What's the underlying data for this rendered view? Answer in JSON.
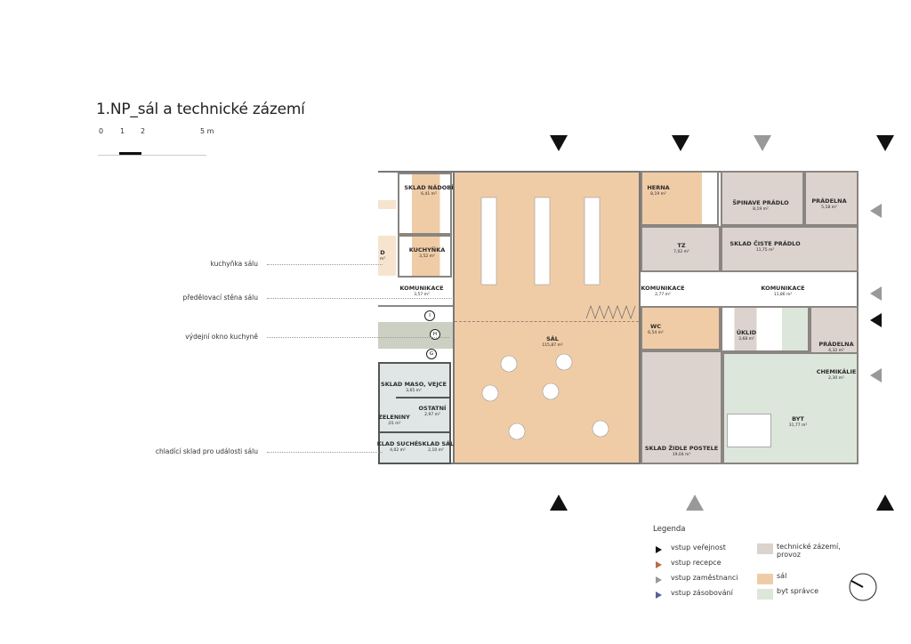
{
  "title": "1.NP_sál a technické zázemí",
  "scale": {
    "labels": [
      "0",
      "1",
      "2",
      "5 m"
    ]
  },
  "colors": {
    "sal": "#f0cca6",
    "technical": "#dcd3ce",
    "byt": "#dce6da",
    "corridor_h": "#cbd0c2",
    "cold": "#e0e6e5"
  },
  "rooms": {
    "sklad_nadobi": {
      "name": "SKLAD NÁDOBÍ",
      "area": "6,41 m²"
    },
    "kuchynka": {
      "name": "KUCHYŇKA",
      "area": "3,52 m²"
    },
    "d_partial": {
      "name": "D",
      "area": "m²"
    },
    "komunikace_left": {
      "name": "KOMUNIKACE",
      "area": "3,57 m²"
    },
    "sal": {
      "name": "SÁL",
      "area": "115,87 m²"
    },
    "sklad_maso": {
      "name": "SKLAD MASO, VEJCE",
      "area": "3,65 m²"
    },
    "ostatni": {
      "name": "OSTATNÍ",
      "area": "2,97 m²"
    },
    "zeleniny": {
      "name": "ZELENINY",
      "area": ",01 m²"
    },
    "sklad_suche": {
      "name": "KLAD SUCHÉ",
      "area": "4,02 m²"
    },
    "sklad_sal": {
      "name": "SKLAD SÁL",
      "area": "2,10 m²"
    },
    "herna": {
      "name": "HERNA",
      "area": "8,19 m²"
    },
    "spinave": {
      "name": "ŠPINAVE PRÁDLO",
      "area": "8,19 m²"
    },
    "pradelna1": {
      "name": "PRÁDELNA",
      "area": "5,18 m²"
    },
    "tz": {
      "name": "TZ",
      "area": "7,02 m²"
    },
    "ciste": {
      "name": "SKLAD ČISTE PRÁDLO",
      "area": "11,75 m²"
    },
    "komunikace_a": {
      "name": "KOMUNIKACE",
      "area": "2,77 m²"
    },
    "komunikace_b": {
      "name": "KOMUNIKACE",
      "area": "11,86 m²"
    },
    "wc": {
      "name": "WC",
      "area": "6,54 m²"
    },
    "uklid": {
      "name": "ÚKLID",
      "area": "3,68 m²"
    },
    "pradelna2": {
      "name": "PRÁDELNA",
      "area": "4,32 m²"
    },
    "chemikalie": {
      "name": "CHEMIKÁLIE",
      "area": "2,30 m²"
    },
    "zidle": {
      "name": "SKLAD ŽIDLE POSTELE",
      "area": "19,04 m²"
    },
    "byt": {
      "name": "BYT",
      "area": "31,77 m²"
    }
  },
  "grid_markers": [
    "I",
    "H",
    "G"
  ],
  "annotations": [
    "kuchyňka sálu",
    "předělovací stěna sálu",
    "výdejní okno kuchyně",
    "chladící sklad pro události sálu"
  ],
  "legend": {
    "title": "Legenda",
    "entrances": [
      {
        "label": "vstup veřejnost",
        "color": "#111111"
      },
      {
        "label": "vstup recepce",
        "color": "#c0674a"
      },
      {
        "label": "vstup zaměstnanci",
        "color": "#999999"
      },
      {
        "label": "vstup zásobování",
        "color": "#5a5f99"
      }
    ],
    "zones": [
      {
        "label": "technické zázemí,",
        "label2": "provoz",
        "color": "#dcd3ce"
      },
      {
        "label": "sál",
        "color": "#f0cca6"
      },
      {
        "label": "byt správce",
        "color": "#dce6da"
      }
    ]
  }
}
